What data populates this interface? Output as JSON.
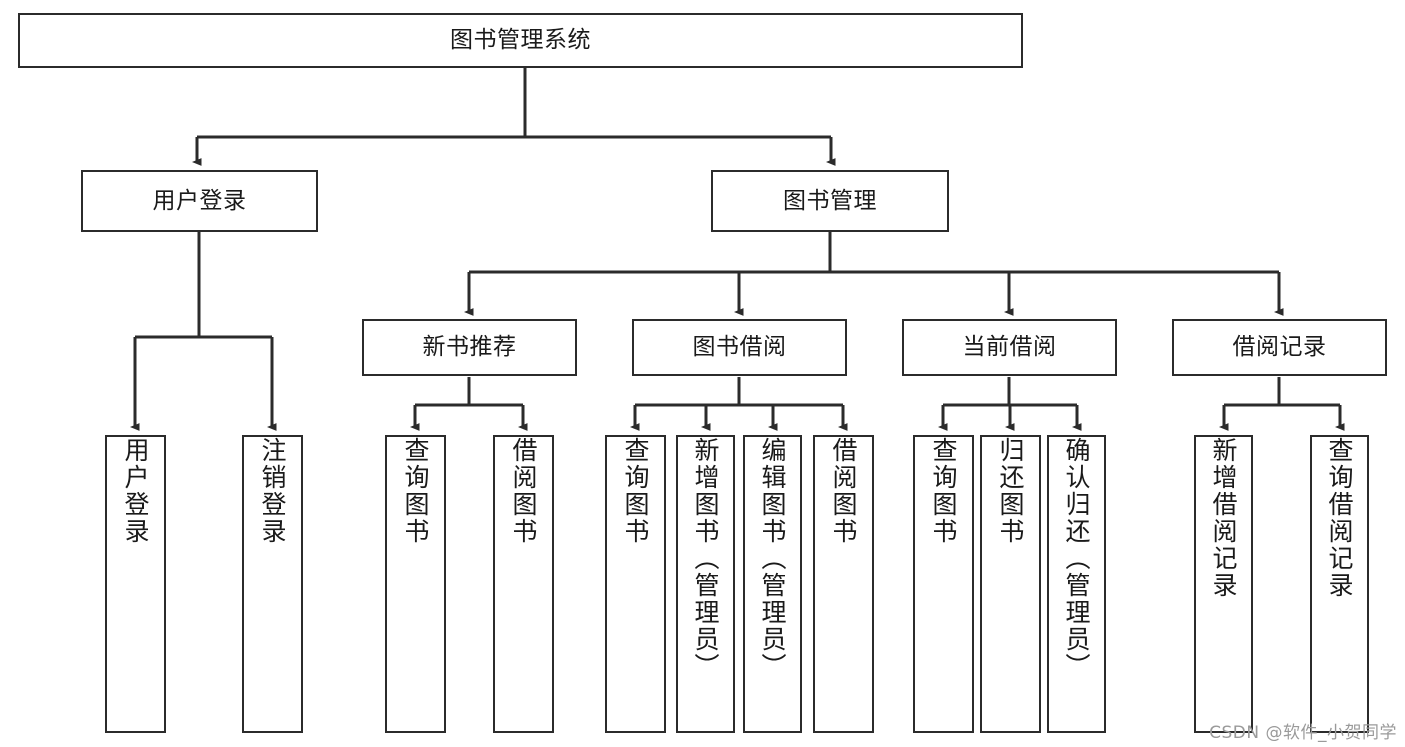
{
  "diagram": {
    "type": "tree-hierarchy",
    "title": "图书管理系统",
    "watermark": "CSDN @软件_小贺同学",
    "colors": {
      "box_border": "#2b2b2b",
      "box_fill": "#ffffff",
      "connector": "#2b2b2b",
      "text": "#1a1a1a",
      "watermark": "#9a9a9a"
    },
    "levels": {
      "root": {
        "label": "图书管理系统"
      },
      "level2": [
        {
          "label": "用户登录"
        },
        {
          "label": "图书管理"
        }
      ],
      "level3": [
        {
          "label": "新书推荐"
        },
        {
          "label": "图书借阅"
        },
        {
          "label": "当前借阅"
        },
        {
          "label": "借阅记录"
        }
      ],
      "leaves": {
        "user_login": [
          {
            "label": "用户登录"
          },
          {
            "label": "注销登录"
          }
        ],
        "new_book_recommend": [
          {
            "label": "查询图书"
          },
          {
            "label": "借阅图书"
          }
        ],
        "book_borrow": [
          {
            "label": "查询图书"
          },
          {
            "label": "新增图书（管理员）"
          },
          {
            "label": "编辑图书（管理员）"
          },
          {
            "label": "借阅图书"
          }
        ],
        "current_borrow": [
          {
            "label": "查询图书"
          },
          {
            "label": "归还图书"
          },
          {
            "label": "确认归还（管理员）"
          }
        ],
        "borrow_record": [
          {
            "label": "新增借阅记录"
          },
          {
            "label": "查询借阅记录"
          }
        ]
      }
    }
  }
}
